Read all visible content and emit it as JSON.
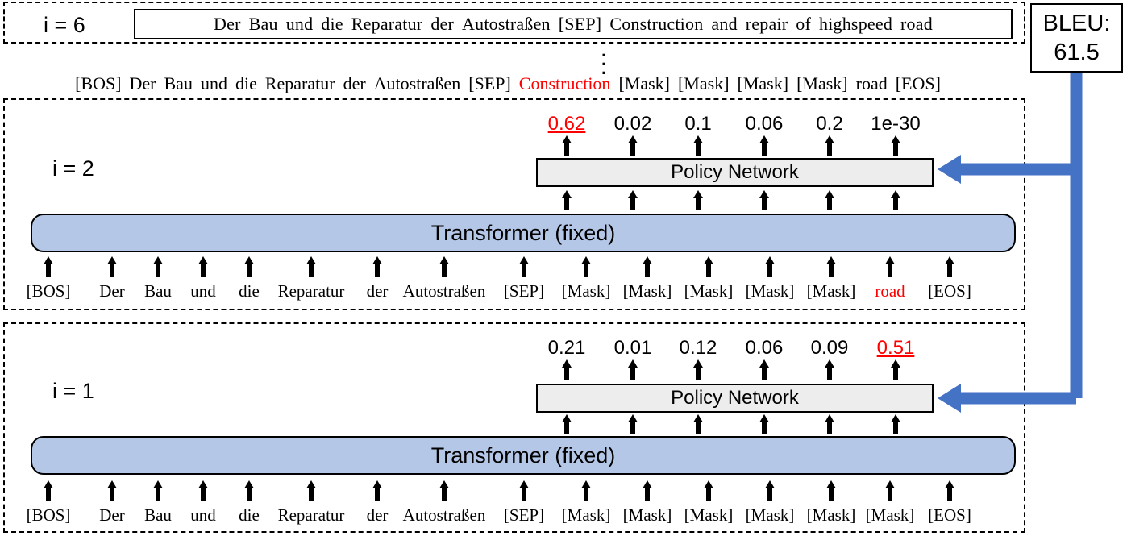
{
  "diagram": {
    "title": "Iterative mask-predict decoding with policy network and BLEU reward",
    "colors": {
      "transformer_fill": "#b4c7e7",
      "policy_fill": "#ededed",
      "reward_arrow": "#4472c4",
      "selected_token": "#ff0000",
      "panel_border": "#000000"
    }
  },
  "final_step": {
    "label": "i = 6",
    "sentence_tokens": [
      "Der",
      "Bau",
      "und",
      "die",
      "Reparatur",
      "der",
      "Autostraßen",
      "[SEP]",
      "Construction",
      "and",
      "repair",
      "of",
      "highspeed",
      "road"
    ]
  },
  "ellipsis": "⋮",
  "intermediate_sequence": {
    "tokens": [
      {
        "text": "[BOS]",
        "highlight": false
      },
      {
        "text": "Der",
        "highlight": false
      },
      {
        "text": "Bau",
        "highlight": false
      },
      {
        "text": "und",
        "highlight": false
      },
      {
        "text": "die",
        "highlight": false
      },
      {
        "text": "Reparatur",
        "highlight": false
      },
      {
        "text": "der",
        "highlight": false
      },
      {
        "text": "Autostraßen",
        "highlight": false
      },
      {
        "text": "[SEP]",
        "highlight": false
      },
      {
        "text": "Construction",
        "highlight": true
      },
      {
        "text": "[Mask]",
        "highlight": false
      },
      {
        "text": "[Mask]",
        "highlight": false
      },
      {
        "text": "[Mask]",
        "highlight": false
      },
      {
        "text": "[Mask]",
        "highlight": false
      },
      {
        "text": "road",
        "highlight": false
      },
      {
        "text": "[EOS]",
        "highlight": false
      }
    ]
  },
  "steps": [
    {
      "id": "i2",
      "label": "i = 2",
      "transformer_label": "Transformer (fixed)",
      "policy_label": "Policy Network",
      "probabilities": [
        {
          "value": "0.62",
          "selected": true
        },
        {
          "value": "0.02",
          "selected": false
        },
        {
          "value": "0.1",
          "selected": false
        },
        {
          "value": "0.06",
          "selected": false
        },
        {
          "value": "0.2",
          "selected": false
        },
        {
          "value": "1e-30",
          "selected": false
        }
      ],
      "input_tokens": [
        {
          "text": "[BOS]",
          "highlight": false
        },
        {
          "text": "Der",
          "highlight": false
        },
        {
          "text": "Bau",
          "highlight": false
        },
        {
          "text": "und",
          "highlight": false
        },
        {
          "text": "die",
          "highlight": false
        },
        {
          "text": "Reparatur",
          "highlight": false
        },
        {
          "text": "der",
          "highlight": false
        },
        {
          "text": "Autostraßen",
          "highlight": false
        },
        {
          "text": "[SEP]",
          "highlight": false
        },
        {
          "text": "[Mask]",
          "highlight": false
        },
        {
          "text": "[Mask]",
          "highlight": false
        },
        {
          "text": "[Mask]",
          "highlight": false
        },
        {
          "text": "[Mask]",
          "highlight": false
        },
        {
          "text": "[Mask]",
          "highlight": false
        },
        {
          "text": "road",
          "highlight": true
        },
        {
          "text": "[EOS]",
          "highlight": false
        }
      ]
    },
    {
      "id": "i1",
      "label": "i = 1",
      "transformer_label": "Transformer (fixed)",
      "policy_label": "Policy Network",
      "probabilities": [
        {
          "value": "0.21",
          "selected": false
        },
        {
          "value": "0.01",
          "selected": false
        },
        {
          "value": "0.12",
          "selected": false
        },
        {
          "value": "0.06",
          "selected": false
        },
        {
          "value": "0.09",
          "selected": false
        },
        {
          "value": "0.51",
          "selected": true
        }
      ],
      "input_tokens": [
        {
          "text": "[BOS]",
          "highlight": false
        },
        {
          "text": "Der",
          "highlight": false
        },
        {
          "text": "Bau",
          "highlight": false
        },
        {
          "text": "und",
          "highlight": false
        },
        {
          "text": "die",
          "highlight": false
        },
        {
          "text": "Reparatur",
          "highlight": false
        },
        {
          "text": "der",
          "highlight": false
        },
        {
          "text": "Autostraßen",
          "highlight": false
        },
        {
          "text": "[SEP]",
          "highlight": false
        },
        {
          "text": "[Mask]",
          "highlight": false
        },
        {
          "text": "[Mask]",
          "highlight": false
        },
        {
          "text": "[Mask]",
          "highlight": false
        },
        {
          "text": "[Mask]",
          "highlight": false
        },
        {
          "text": "[Mask]",
          "highlight": false
        },
        {
          "text": "[Mask]",
          "highlight": false
        },
        {
          "text": "[EOS]",
          "highlight": false
        }
      ]
    }
  ],
  "reward": {
    "metric_label": "BLEU:",
    "metric_value": "61.5"
  },
  "layout": {
    "token_x": [
      60,
      139,
      196,
      252,
      309,
      386,
      468,
      551,
      650,
      727,
      803,
      879,
      955,
      1031,
      1104,
      1178
    ],
    "prob_x": [
      703,
      785,
      866,
      948,
      1029,
      1111
    ],
    "policy_in_x": [
      703,
      785,
      866,
      948,
      1029,
      1111
    ]
  }
}
